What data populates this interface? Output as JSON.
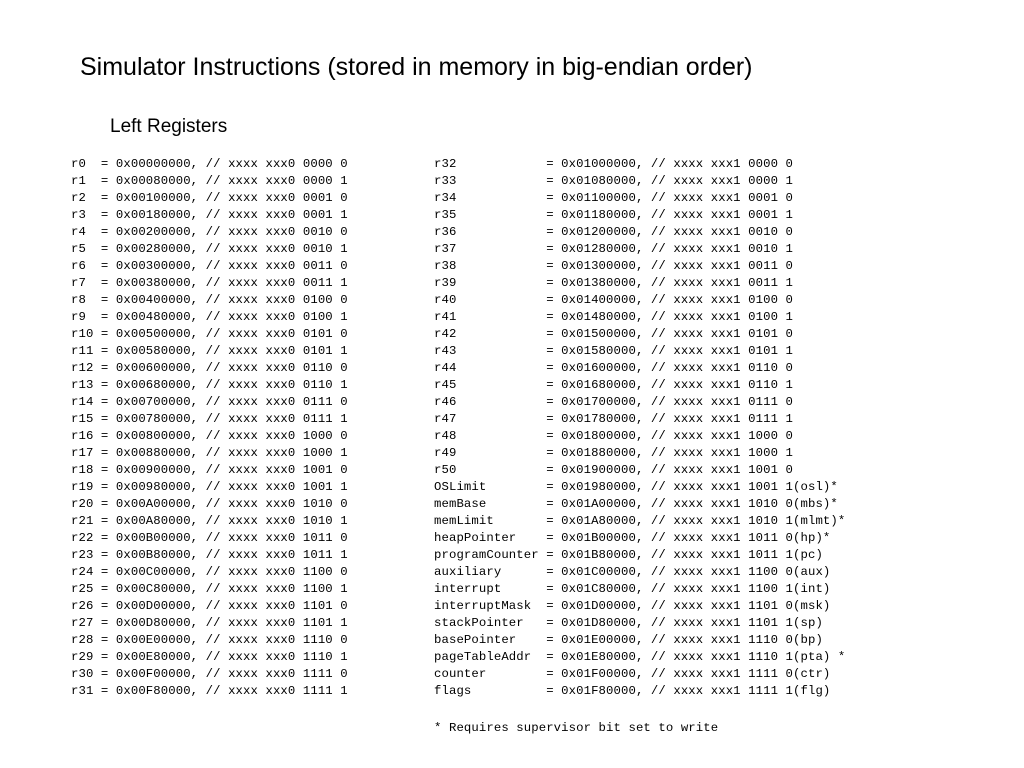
{
  "slide": {
    "title": "Simulator Instructions (stored in memory in big-endian order)",
    "heading": "Left Registers",
    "footnote": "* Requires supervisor bit set to write"
  },
  "registers": {
    "left": [
      "r0  = 0x00000000, // xxxx xxx0 0000 0",
      "r1  = 0x00080000, // xxxx xxx0 0000 1",
      "r2  = 0x00100000, // xxxx xxx0 0001 0",
      "r3  = 0x00180000, // xxxx xxx0 0001 1",
      "r4  = 0x00200000, // xxxx xxx0 0010 0",
      "r5  = 0x00280000, // xxxx xxx0 0010 1",
      "r6  = 0x00300000, // xxxx xxx0 0011 0",
      "r7  = 0x00380000, // xxxx xxx0 0011 1",
      "r8  = 0x00400000, // xxxx xxx0 0100 0",
      "r9  = 0x00480000, // xxxx xxx0 0100 1",
      "r10 = 0x00500000, // xxxx xxx0 0101 0",
      "r11 = 0x00580000, // xxxx xxx0 0101 1",
      "r12 = 0x00600000, // xxxx xxx0 0110 0",
      "r13 = 0x00680000, // xxxx xxx0 0110 1",
      "r14 = 0x00700000, // xxxx xxx0 0111 0",
      "r15 = 0x00780000, // xxxx xxx0 0111 1",
      "r16 = 0x00800000, // xxxx xxx0 1000 0",
      "r17 = 0x00880000, // xxxx xxx0 1000 1",
      "r18 = 0x00900000, // xxxx xxx0 1001 0",
      "r19 = 0x00980000, // xxxx xxx0 1001 1",
      "r20 = 0x00A00000, // xxxx xxx0 1010 0",
      "r21 = 0x00A80000, // xxxx xxx0 1010 1",
      "r22 = 0x00B00000, // xxxx xxx0 1011 0",
      "r23 = 0x00B80000, // xxxx xxx0 1011 1",
      "r24 = 0x00C00000, // xxxx xxx0 1100 0",
      "r25 = 0x00C80000, // xxxx xxx0 1100 1",
      "r26 = 0x00D00000, // xxxx xxx0 1101 0",
      "r27 = 0x00D80000, // xxxx xxx0 1101 1",
      "r28 = 0x00E00000, // xxxx xxx0 1110 0",
      "r29 = 0x00E80000, // xxxx xxx0 1110 1",
      "r30 = 0x00F00000, // xxxx xxx0 1111 0",
      "r31 = 0x00F80000, // xxxx xxx0 1111 1"
    ],
    "right": [
      "r32            = 0x01000000, // xxxx xxx1 0000 0",
      "r33            = 0x01080000, // xxxx xxx1 0000 1",
      "r34            = 0x01100000, // xxxx xxx1 0001 0",
      "r35            = 0x01180000, // xxxx xxx1 0001 1",
      "r36            = 0x01200000, // xxxx xxx1 0010 0",
      "r37            = 0x01280000, // xxxx xxx1 0010 1",
      "r38            = 0x01300000, // xxxx xxx1 0011 0",
      "r39            = 0x01380000, // xxxx xxx1 0011 1",
      "r40            = 0x01400000, // xxxx xxx1 0100 0",
      "r41            = 0x01480000, // xxxx xxx1 0100 1",
      "r42            = 0x01500000, // xxxx xxx1 0101 0",
      "r43            = 0x01580000, // xxxx xxx1 0101 1",
      "r44            = 0x01600000, // xxxx xxx1 0110 0",
      "r45            = 0x01680000, // xxxx xxx1 0110 1",
      "r46            = 0x01700000, // xxxx xxx1 0111 0",
      "r47            = 0x01780000, // xxxx xxx1 0111 1",
      "r48            = 0x01800000, // xxxx xxx1 1000 0",
      "r49            = 0x01880000, // xxxx xxx1 1000 1",
      "r50            = 0x01900000, // xxxx xxx1 1001 0",
      "OSLimit        = 0x01980000, // xxxx xxx1 1001 1(osl)*",
      "memBase        = 0x01A00000, // xxxx xxx1 1010 0(mbs)*",
      "memLimit       = 0x01A80000, // xxxx xxx1 1010 1(mlmt)*",
      "heapPointer    = 0x01B00000, // xxxx xxx1 1011 0(hp)*",
      "programCounter = 0x01B80000, // xxxx xxx1 1011 1(pc)",
      "auxiliary      = 0x01C00000, // xxxx xxx1 1100 0(aux)",
      "interrupt      = 0x01C80000, // xxxx xxx1 1100 1(int)",
      "interruptMask  = 0x01D00000, // xxxx xxx1 1101 0(msk)",
      "stackPointer   = 0x01D80000, // xxxx xxx1 1101 1(sp)",
      "basePointer    = 0x01E00000, // xxxx xxx1 1110 0(bp)",
      "pageTableAddr  = 0x01E80000, // xxxx xxx1 1110 1(pta) *",
      "counter        = 0x01F00000, // xxxx xxx1 1111 0(ctr)",
      "flags          = 0x01F80000, // xxxx xxx1 1111 1(flg)"
    ]
  }
}
